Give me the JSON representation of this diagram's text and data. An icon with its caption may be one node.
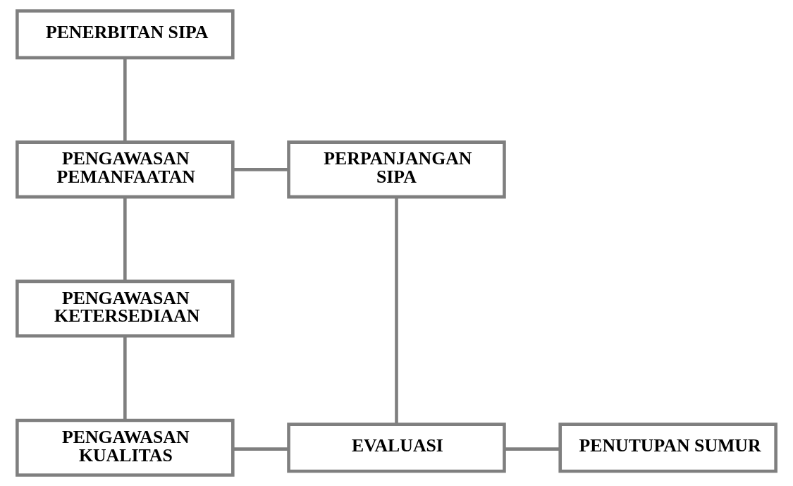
{
  "diagram": {
    "nodes": [
      {
        "text": [
          "PENERBITAN SIPA"
        ]
      },
      {
        "text": [
          "PENGAWASAN PEMANFAATAN"
        ]
      },
      {
        "text": [
          "PERPANJANGAN SIPA"
        ]
      },
      {
        "text": [
          "PENGAWASAN KETERSEDIAAN"
        ]
      },
      {
        "text": [
          "PENGAWASAN KUALITAS"
        ]
      },
      {
        "text": [
          "EVALUASI"
        ]
      },
      {
        "text": [
          "PENUTUPAN SUMUR"
        ]
      }
    ],
    "edges": [
      {
        "from": 0,
        "to": 1,
        "arrow": "none"
      },
      {
        "from": 1,
        "to": 2,
        "arrow": "none"
      },
      {
        "from": 1,
        "to": 3,
        "arrow": "none"
      },
      {
        "from": 3,
        "to": 4,
        "arrow": "none"
      },
      {
        "from": 2,
        "to": 5,
        "arrow": "none"
      },
      {
        "from": 4,
        "to": 5,
        "arrow": "none"
      },
      {
        "from": 5,
        "to": 6,
        "arrow": "none"
      }
    ]
  }
}
